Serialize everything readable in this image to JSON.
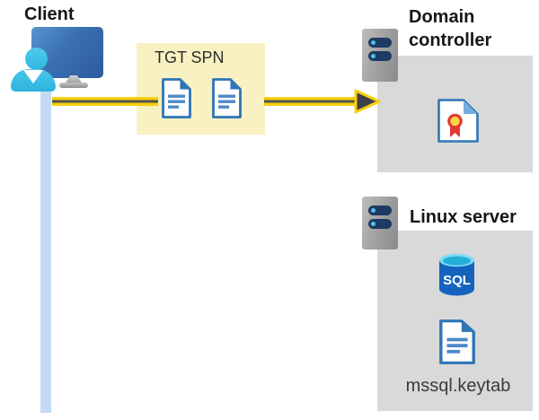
{
  "labels": {
    "client": "Client",
    "tgt": "TGT",
    "spn": "SPN",
    "domain_controller": "Domain controller",
    "linux_server": "Linux server",
    "sql": "SQL",
    "keytab_file": "mssql.keytab"
  },
  "icons": {
    "client": [
      "monitor-icon",
      "user-icon",
      "timeline-bar"
    ],
    "token_box": [
      "document-icon",
      "document-icon"
    ],
    "domain_controller": [
      "server-icon",
      "certificate-icon"
    ],
    "linux_server": [
      "server-icon",
      "sql-database-icon",
      "document-icon"
    ],
    "flow": [
      "request-arrow"
    ]
  },
  "colors": {
    "panel_gray": "#d9d9d9",
    "token_box_yellow": "#faf1c2",
    "arrow_yellow": "#f6cf0e",
    "arrow_dark": "#3f3f46",
    "doc_border_blue": "#2e75b6",
    "doc_line_blue": "#4e8ac8",
    "timeline_blue": "#c3dcf3",
    "server_pill_navy": "#1f3a63",
    "server_dot_cyan": "#4dc3e8",
    "sql_body_blue": "#1563bf",
    "sql_top_cyan": "#7fdcf2",
    "cert_red": "#e03a34",
    "cert_gold": "#ffd24a"
  }
}
